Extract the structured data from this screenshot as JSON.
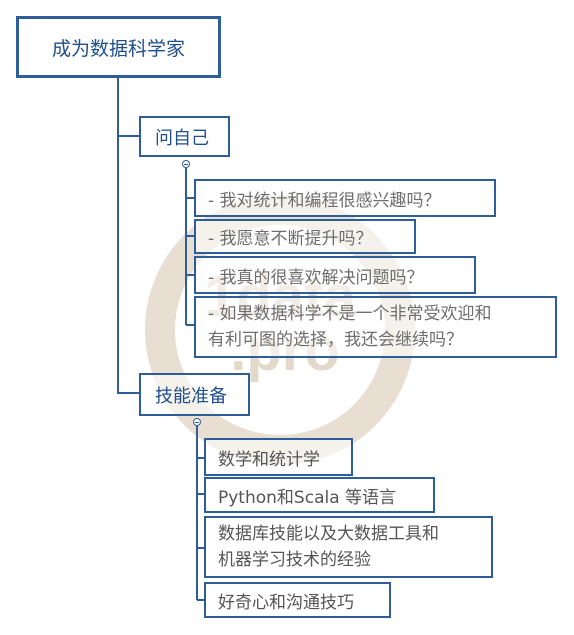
{
  "mindmap": {
    "root": "成为数据科学家",
    "branches": [
      {
        "label": "问自己",
        "items": [
          "- 我对统计和编程很感兴趣吗？",
          "- 我愿意不断提升吗？",
          "- 我真的很喜欢解决问题吗？",
          [
            "- 如果数据科学不是一个非常受欢迎和",
            "有利可图的选择，我还会继续吗？"
          ]
        ]
      },
      {
        "label": "技能准备",
        "items": [
          "数学和统计学",
          "Python和Scala 等语言",
          [
            "数据库技能以及大数据工具和",
            "机器学习技术的经验"
          ],
          "好奇心和沟通技巧"
        ]
      }
    ]
  },
  "watermark": {
    "main": "1data",
    "sub": ".pro"
  },
  "colors": {
    "line": "#2e5e9a",
    "text_dark": "#1f4f8c",
    "text_gray": "#6e6e6e",
    "watermark": "#e8dfd2"
  }
}
